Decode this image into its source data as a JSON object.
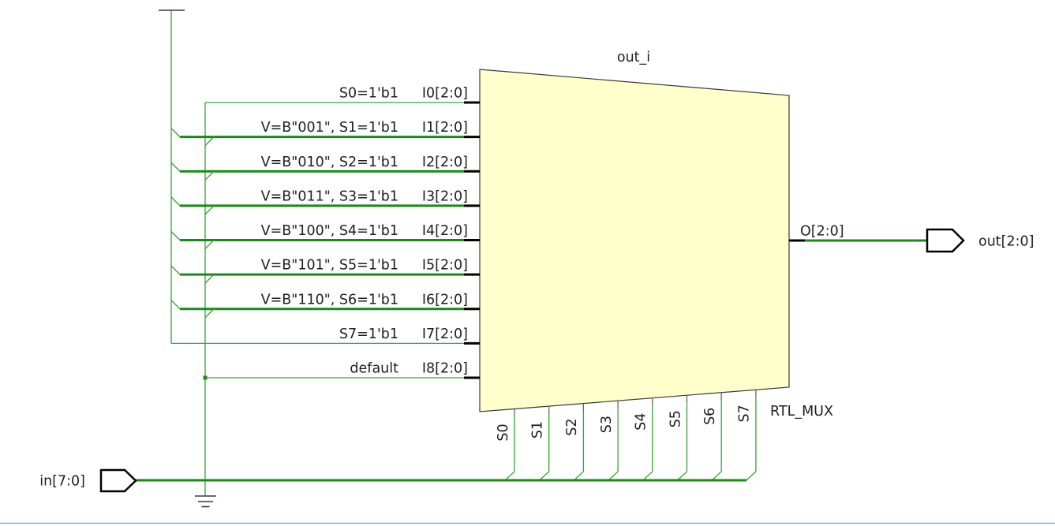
{
  "schematic": {
    "cell": {
      "instance_name": "out_i",
      "primitive": "RTL_MUX"
    },
    "data_inputs": [
      {
        "pin": "I0[2:0]",
        "condition": "S0=1'b1"
      },
      {
        "pin": "I1[2:0]",
        "condition": "V=B\"001\", S1=1'b1"
      },
      {
        "pin": "I2[2:0]",
        "condition": "V=B\"010\", S2=1'b1"
      },
      {
        "pin": "I3[2:0]",
        "condition": "V=B\"011\", S3=1'b1"
      },
      {
        "pin": "I4[2:0]",
        "condition": "V=B\"100\", S4=1'b1"
      },
      {
        "pin": "I5[2:0]",
        "condition": "V=B\"101\", S5=1'b1"
      },
      {
        "pin": "I6[2:0]",
        "condition": "V=B\"110\", S6=1'b1"
      },
      {
        "pin": "I7[2:0]",
        "condition": "S7=1'b1"
      },
      {
        "pin": "I8[2:0]",
        "condition": "default"
      }
    ],
    "select_pins": [
      "S0",
      "S1",
      "S2",
      "S3",
      "S4",
      "S5",
      "S6",
      "S7"
    ],
    "output_pin": "O[2:0]",
    "ports": {
      "input": "in[7:0]",
      "output": "out[2:0]"
    }
  },
  "icons": {
    "power": "vcc-symbol",
    "ground": "ground-symbol"
  },
  "colors": {
    "background": "#ffffff",
    "cell_fill": "#ffffcc",
    "cell_stroke": "#3a3a3a",
    "net_bus": "#168c16",
    "net_wire": "#34a634",
    "pin_stub": "#000000",
    "stub_light": "#666666",
    "port_stroke": "#000000",
    "symbol": "#3a3a3a",
    "text": "#1e1e1e",
    "footer_line": "#7aaee0"
  }
}
